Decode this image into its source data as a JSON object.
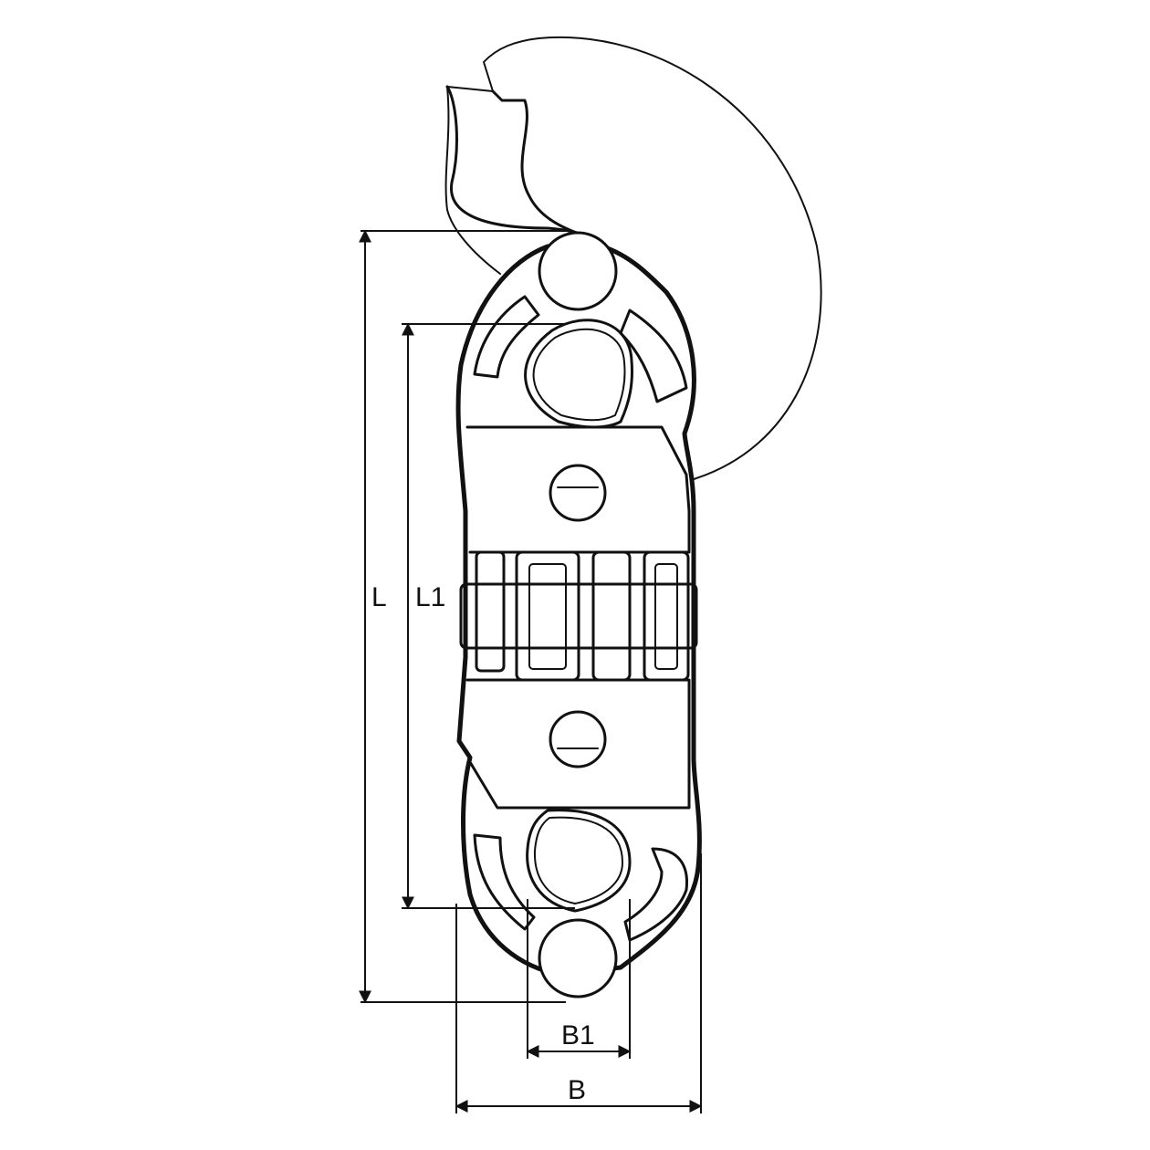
{
  "dimensions": {
    "overall_length": "L",
    "inner_length": "L1",
    "opening_width": "B1",
    "overall_width": "B"
  },
  "colors": {
    "line": "#111111",
    "background": "#ffffff"
  }
}
